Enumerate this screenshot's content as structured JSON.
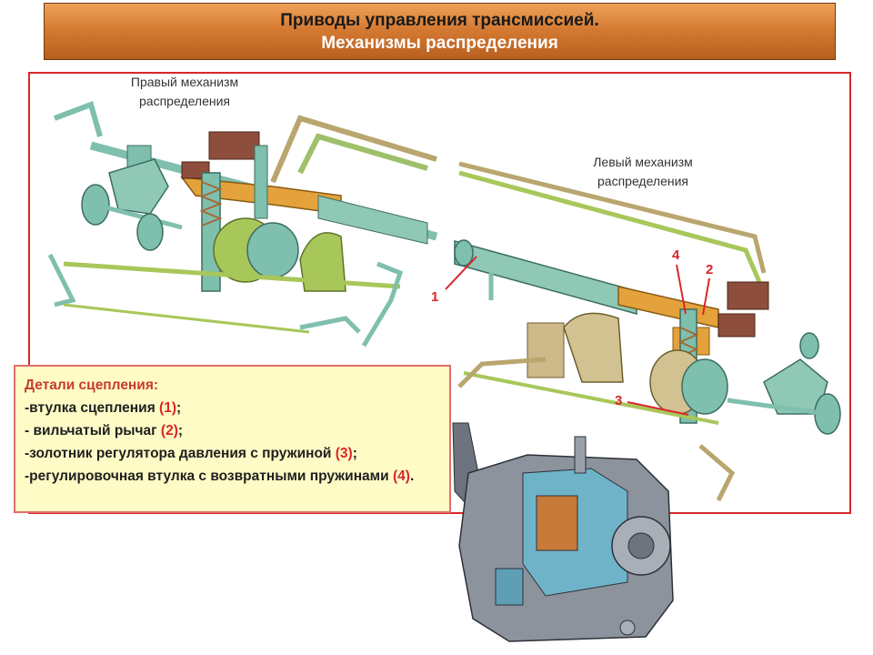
{
  "header": {
    "title": "Приводы управления трансмиссией.",
    "subtitle": "Механизмы распределения"
  },
  "diagram": {
    "right_label_line1": "Правый механизм",
    "right_label_line2": "распределения",
    "left_label_line1": "Левый механизм",
    "left_label_line2": "распределения",
    "callouts": [
      "1",
      "2",
      "3",
      "4"
    ]
  },
  "details": {
    "title": "Детали сцепления:",
    "items": [
      {
        "text": "-втулка сцепления ",
        "num": "(1)",
        "end": ";"
      },
      {
        "text": "- вильчатый рычаг ",
        "num": "(2)",
        "end": ";"
      },
      {
        "text": "-золотник регулятора давления с пружиной ",
        "num": "(3)",
        "end": ";"
      },
      {
        "text": "-регулировочная втулка с возвратными пружинами ",
        "num": "(4)",
        "end": "."
      }
    ]
  },
  "colors": {
    "accent_red": "#d9262b",
    "title_bar": "#d57a32",
    "teal_parts": "#7fbfae",
    "orange_parts": "#e4a23c",
    "green_parts": "#a8c75a",
    "brown_parts": "#8e4e3d"
  }
}
